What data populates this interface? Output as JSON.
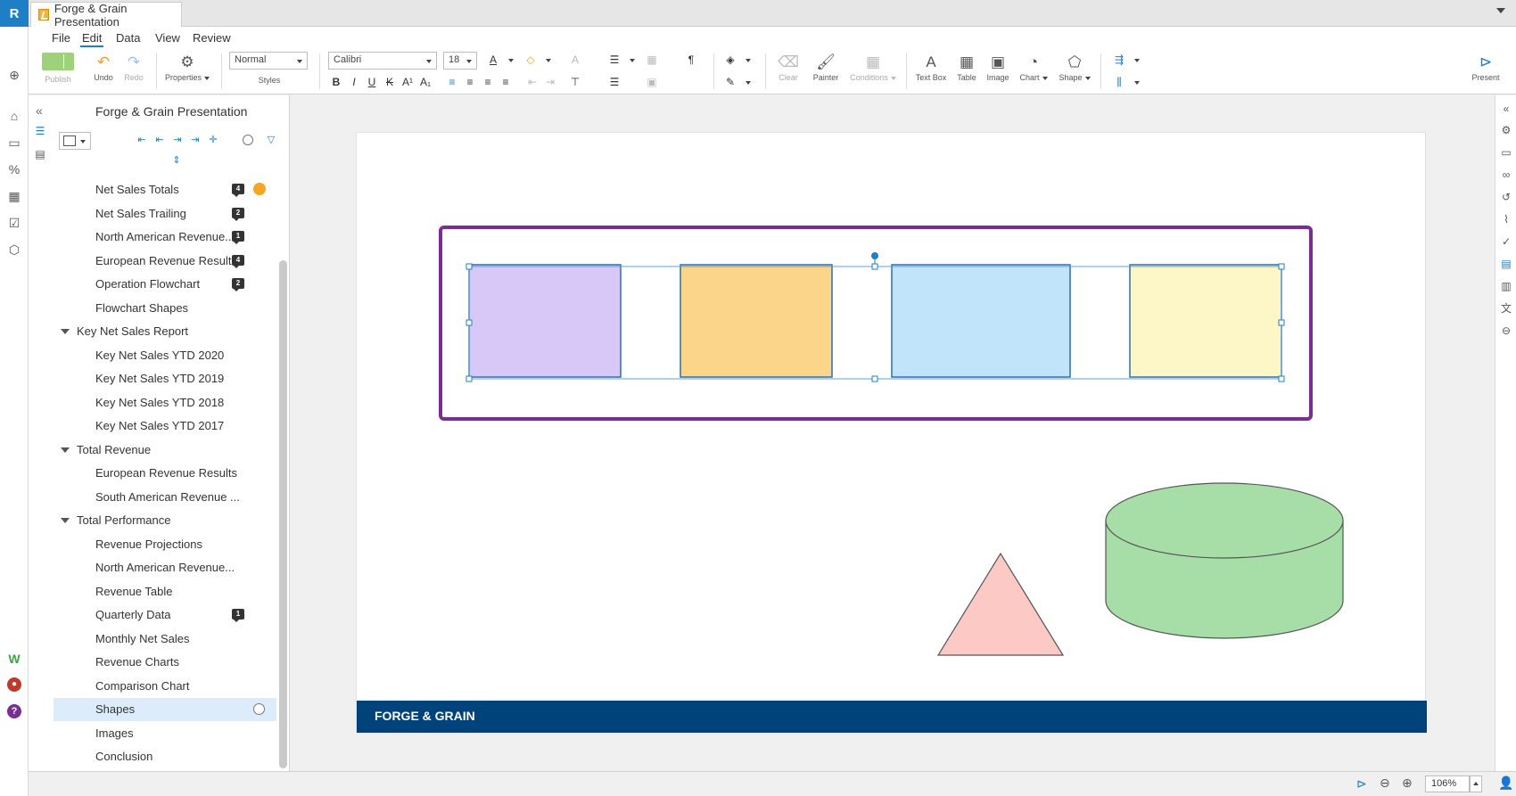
{
  "app": {
    "logo_letter": "R",
    "tab_title": "Forge & Grain Presentation"
  },
  "menu": {
    "items": [
      "File",
      "Edit",
      "Data",
      "View",
      "Review"
    ],
    "active": "Edit"
  },
  "ribbon": {
    "publish": "Publish",
    "undo": "Undo",
    "redo": "Redo",
    "properties": "Properties",
    "style_value": "Normal",
    "styles_label": "Styles",
    "font_value": "Calibri",
    "size_value": "18",
    "clear": "Clear",
    "painter": "Painter",
    "conditions": "Conditions",
    "text_box": "Text Box",
    "table": "Table",
    "image": "Image",
    "chart": "Chart",
    "shape": "Shape",
    "present": "Present"
  },
  "outline": {
    "title": "Forge & Grain Presentation",
    "items": [
      {
        "label": "Net Sales Totals",
        "level": 2,
        "badge": "4",
        "dot": "orange"
      },
      {
        "label": "Net Sales Trailing",
        "level": 2,
        "badge": "2"
      },
      {
        "label": "North American Revenue...",
        "level": 2,
        "badge": "1"
      },
      {
        "label": "European Revenue Results",
        "level": 2,
        "badge": "4"
      },
      {
        "label": "Operation Flowchart",
        "level": 2,
        "badge": "2"
      },
      {
        "label": "Flowchart Shapes",
        "level": 2
      },
      {
        "label": "Key Net Sales Report",
        "level": 1,
        "expanded": true
      },
      {
        "label": "Key Net Sales YTD 2020",
        "level": 2
      },
      {
        "label": "Key Net Sales YTD 2019",
        "level": 2
      },
      {
        "label": "Key Net Sales YTD 2018",
        "level": 2
      },
      {
        "label": "Key Net Sales YTD 2017",
        "level": 2
      },
      {
        "label": "Total Revenue",
        "level": 1,
        "expanded": true
      },
      {
        "label": "European Revenue Results",
        "level": 2
      },
      {
        "label": "South American Revenue ...",
        "level": 2
      },
      {
        "label": "Total Performance",
        "level": 1,
        "expanded": true
      },
      {
        "label": "Revenue Projections",
        "level": 2
      },
      {
        "label": "North American Revenue...",
        "level": 2
      },
      {
        "label": "Revenue Table",
        "level": 2
      },
      {
        "label": "Quarterly Data",
        "level": 2,
        "badge": "1"
      },
      {
        "label": "Monthly Net Sales",
        "level": 2
      },
      {
        "label": "Revenue Charts",
        "level": 2
      },
      {
        "label": "Comparison Chart",
        "level": 2
      },
      {
        "label": "Shapes",
        "level": 2,
        "selected": true,
        "ring": true
      },
      {
        "label": "Images",
        "level": 2
      },
      {
        "label": "Conclusion",
        "level": 2
      }
    ]
  },
  "slide": {
    "footer_text": "FORGE & GRAIN",
    "colors": {
      "group_border": "#7b2d93",
      "box1": "#d8c8f7",
      "box2": "#fbd58a",
      "box3": "#c2e4fb",
      "box4": "#fdf6c6",
      "triangle": "#fcc9c4",
      "cylinder": "#a7dea7",
      "footer": "#00427a",
      "selection": "#1f7fc6"
    }
  },
  "statusbar": {
    "zoom": "106%"
  }
}
